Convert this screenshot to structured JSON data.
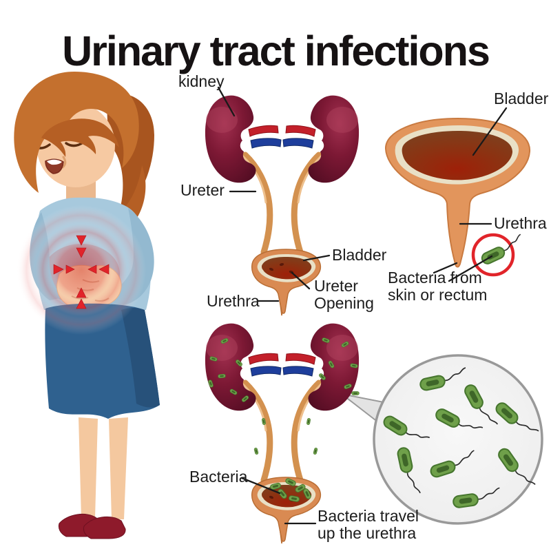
{
  "title": "Urinary tract infections",
  "palette": {
    "kidney_dark": "#4c0b20",
    "kidney_mid": "#7c1834",
    "kidney_light": "#9e2a48",
    "artery_red": "#c3202a",
    "vein_blue": "#1e3e9c",
    "ureter_tan": "#d3914f",
    "bladder_wall_orange": "#e2955c",
    "bladder_lining_cream": "#e9e0c6",
    "urine_brown_red": "#9e2008",
    "bacteria_green": "#6fa04a",
    "bacteria_dark_green": "#3e6628",
    "alert_circle_red": "#e1242a",
    "pain_arrow_red": "#e1242a",
    "shirt_blue": "#a7c9dd",
    "skirt_blue": "#2f618f",
    "hair_auburn": "#c4702e",
    "skin": "#f4c89f",
    "shoe_maroon": "#8e1a2b",
    "label_text": "#1c1c1c"
  },
  "upper_diagram": {
    "kidney_label": "kidney",
    "ureter_label": "Ureter",
    "bladder_label": "Bladder",
    "ureter_opening_label": "Ureter Opening",
    "urethra_label": "Urethra"
  },
  "right_diagram": {
    "bladder_label": "Bladder",
    "urethra_label": "Urethra",
    "bacteria_source_label": "Bacteria from skin or rectum"
  },
  "lower_diagram": {
    "bacteria_label": "Bacteria",
    "bacteria_travel_label": "Bacteria travel up the urethra"
  }
}
